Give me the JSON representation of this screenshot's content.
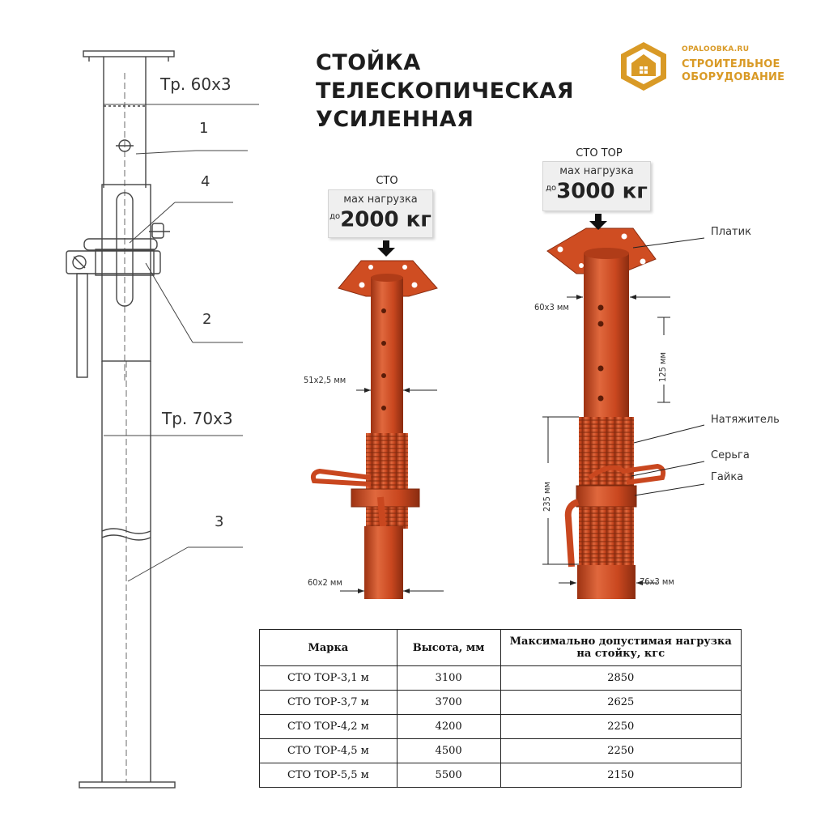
{
  "title": {
    "line1": "СТОЙКА",
    "line2": "ТЕЛЕСКОПИЧЕСКАЯ",
    "line3": "УСИЛЕННАЯ"
  },
  "logo": {
    "site": "OPALOOBKA.RU",
    "line1": "СТРОИТЕЛЬНОЕ",
    "line2": "ОБОРУДОВАНИЕ",
    "color": "#d99a26"
  },
  "drawing": {
    "pipe_upper": "Тр. 60х3",
    "pipe_lower": "Тр. 70х3",
    "part_numbers": [
      "1",
      "4",
      "2",
      "3"
    ]
  },
  "sto": {
    "title": "СТО",
    "load_label": "мах нагрузка",
    "load_prefix": "до",
    "load_value": "2000 кг",
    "dim_upper": "51х2,5 мм",
    "dim_lower": "60х2 мм"
  },
  "sto_top": {
    "title": "СТО ТОР",
    "load_label": "мах нагрузка",
    "load_prefix": "до",
    "load_value": "3000 кг",
    "dim_upper": "60х3 мм",
    "dim_hole_spacing": "125 мм",
    "dim_thread": "235 мм",
    "dim_lower": "76х3 мм",
    "callouts": {
      "plate": "Платик",
      "tensioner": "Натяжитель",
      "earring": "Серьга",
      "nut": "Гайка"
    }
  },
  "colors": {
    "prop_red": "#c9471f",
    "prop_dark": "#9d3212",
    "prop_light": "#e0683d"
  },
  "table": {
    "headers": [
      "Марка",
      "Высота, мм",
      "Максимально допустимая нагрузка на стойку, кгс"
    ],
    "rows": [
      [
        "СТО ТОР-3,1 м",
        "3100",
        "2850"
      ],
      [
        "СТО ТОР-3,7 м",
        "3700",
        "2625"
      ],
      [
        "СТО ТОР-4,2 м",
        "4200",
        "2250"
      ],
      [
        "СТО ТОР-4,5 м",
        "4500",
        "2250"
      ],
      [
        "СТО ТОР-5,5 м",
        "5500",
        "2150"
      ]
    ]
  }
}
